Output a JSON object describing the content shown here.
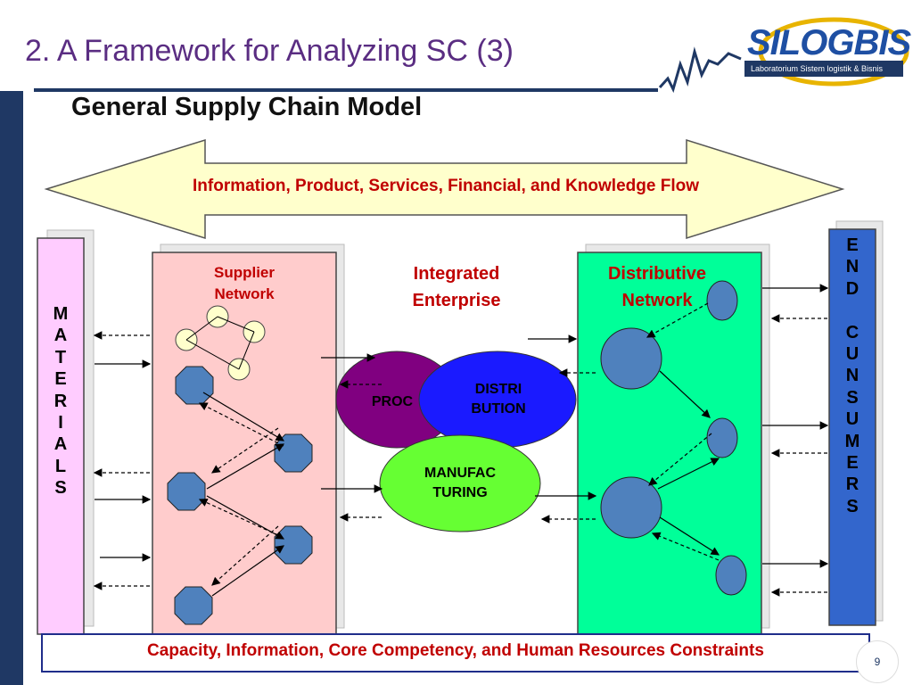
{
  "header": {
    "title": "2. A Framework for Analyzing SC (3)",
    "subtitle": "General Supply Chain Model"
  },
  "logo": {
    "name": "SILOGBIS",
    "tagline": "Laboratorium Sistem logistik & Bisnis"
  },
  "flow_arrow": {
    "label": "Information, Product, Services, Financial, and Knowledge Flow"
  },
  "materials": {
    "label": "MATERIALS",
    "letters": [
      "M",
      "A",
      "T",
      "E",
      "R",
      "I",
      "A",
      "L",
      "S"
    ]
  },
  "end_consumers": {
    "letters": [
      "E",
      "N",
      "D",
      "",
      "C",
      "U",
      "N",
      "S",
      "U",
      "M",
      "E",
      "R",
      "S"
    ]
  },
  "supplier_network": {
    "label_line1": "Supplier",
    "label_line2": "Network"
  },
  "integrated_enterprise": {
    "label_line1": "Integrated",
    "label_line2": "Enterprise",
    "procurement_label": "PROC",
    "distribution_line1": "DISTRI",
    "distribution_line2": "BUTION",
    "manufacturing_line1": "MANUFAC",
    "manufacturing_line2": "TURING"
  },
  "distributive_network": {
    "label_line1": "Distributive",
    "label_line2": "Network"
  },
  "constraints": {
    "label": "Capacity, Information, Core Competency, and Human Resources Constraints"
  },
  "footer": {
    "page_number": "9"
  },
  "colors": {
    "title": "#5a2d82",
    "accent_band": "#1f3864",
    "arrow_fill": "#ffffcc",
    "materials_fill": "#ffccff",
    "supplier_fill": "#ffcccc",
    "distributive_fill": "#00ff99",
    "consumers_fill": "#3366cc",
    "procurement_fill": "#800080",
    "distribution_fill": "#1a1aff",
    "manufacturing_fill": "#66ff33",
    "node_fill": "#4f81bd",
    "label_red": "#c00000"
  }
}
